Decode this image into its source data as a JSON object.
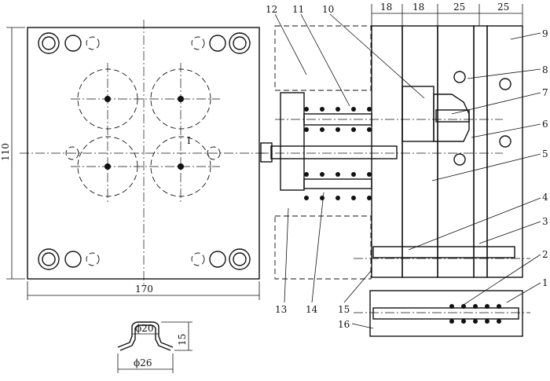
{
  "drawing": {
    "part_numbers": [
      "1",
      "2",
      "3",
      "4",
      "5",
      "6",
      "7",
      "8",
      "9",
      "10",
      "11",
      "12",
      "13",
      "14",
      "15",
      "16"
    ],
    "top_dimensions": [
      "18",
      "18",
      "25",
      "25"
    ],
    "plan_width": "170",
    "plan_height": "110",
    "center_mark": "I",
    "part_profile": {
      "inner_diameter": "ϕ20",
      "outer_diameter": "ϕ26",
      "height": "15"
    }
  }
}
